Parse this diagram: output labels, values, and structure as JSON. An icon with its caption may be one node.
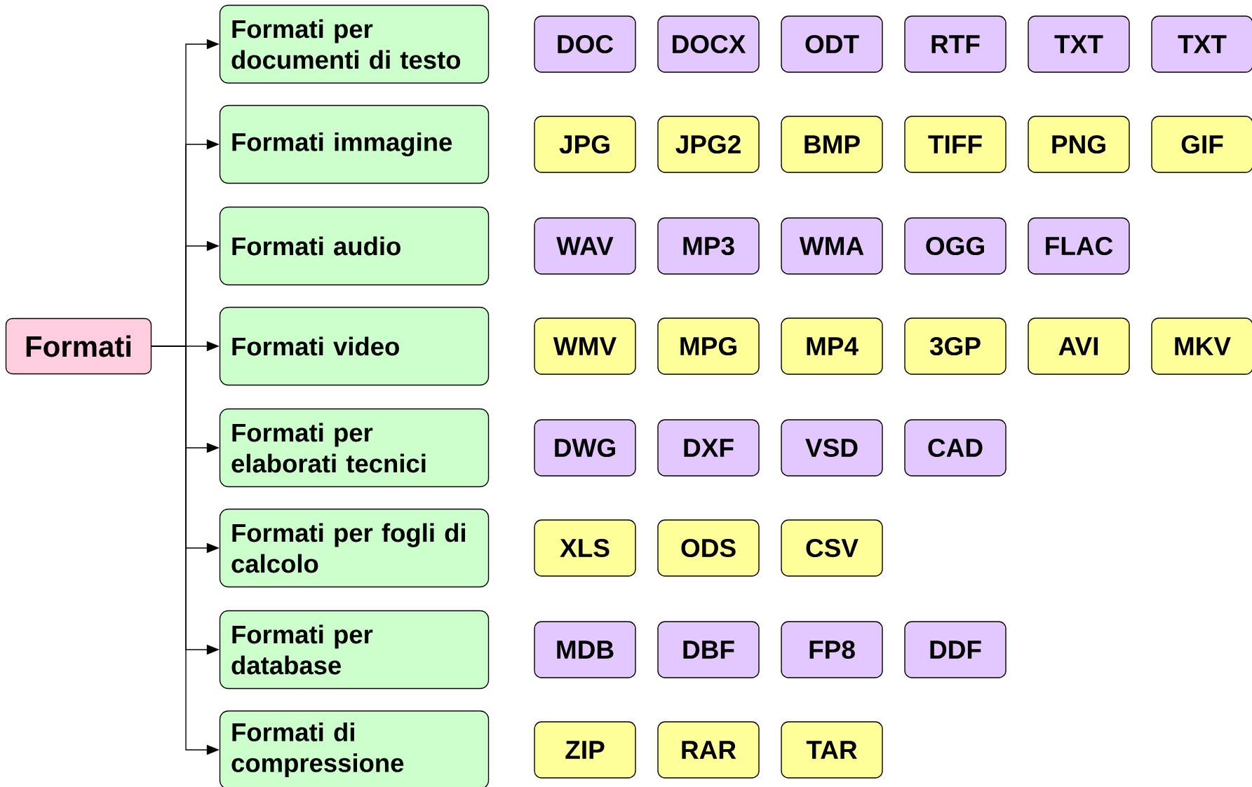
{
  "diagram": {
    "nodes": [
      {
        "text": [
          "Formati"
        ]
      },
      {
        "text": [
          "Formati per documenti di testo"
        ]
      },
      {
        "text": [
          "Formati immagine"
        ]
      },
      {
        "text": [
          "Formati audio"
        ]
      },
      {
        "text": [
          "Formati video"
        ]
      },
      {
        "text": [
          "Formati per elaborati tecnici"
        ]
      },
      {
        "text": [
          "Formati per fogli di calcolo"
        ]
      },
      {
        "text": [
          "Formati per database"
        ]
      },
      {
        "text": [
          "Formati di compressione"
        ]
      },
      {
        "text": [
          "DOC"
        ]
      },
      {
        "text": [
          "DOCX"
        ]
      },
      {
        "text": [
          "ODT"
        ]
      },
      {
        "text": [
          "RTF"
        ]
      },
      {
        "text": [
          "TXT"
        ]
      },
      {
        "text": [
          "TXT"
        ]
      },
      {
        "text": [
          "JPG"
        ]
      },
      {
        "text": [
          "JPG2"
        ]
      },
      {
        "text": [
          "BMP"
        ]
      },
      {
        "text": [
          "TIFF"
        ]
      },
      {
        "text": [
          "PNG"
        ]
      },
      {
        "text": [
          "GIF"
        ]
      },
      {
        "text": [
          "WAV"
        ]
      },
      {
        "text": [
          "MP3"
        ]
      },
      {
        "text": [
          "WMA"
        ]
      },
      {
        "text": [
          "OGG"
        ]
      },
      {
        "text": [
          "FLAC"
        ]
      },
      {
        "text": [
          "WMV"
        ]
      },
      {
        "text": [
          "MPG"
        ]
      },
      {
        "text": [
          "MP4"
        ]
      },
      {
        "text": [
          "3GP"
        ]
      },
      {
        "text": [
          "AVI"
        ]
      },
      {
        "text": [
          "MKV"
        ]
      },
      {
        "text": [
          "DWG"
        ]
      },
      {
        "text": [
          "DXF"
        ]
      },
      {
        "text": [
          "VSD"
        ]
      },
      {
        "text": [
          "CAD"
        ]
      },
      {
        "text": [
          "XLS"
        ]
      },
      {
        "text": [
          "ODS"
        ]
      },
      {
        "text": [
          "CSV"
        ]
      },
      {
        "text": [
          "MDB"
        ]
      },
      {
        "text": [
          "DBF"
        ]
      },
      {
        "text": [
          "FP8"
        ]
      },
      {
        "text": [
          "DDF"
        ]
      },
      {
        "text": [
          "ZIP"
        ]
      },
      {
        "text": [
          "RAR"
        ]
      },
      {
        "text": [
          "TAR"
        ]
      }
    ],
    "edges": [
      {
        "from": 0,
        "to": 1,
        "arrow": "to"
      },
      {
        "from": 0,
        "to": 2,
        "arrow": "to"
      },
      {
        "from": 0,
        "to": 3,
        "arrow": "to"
      },
      {
        "from": 0,
        "to": 4,
        "arrow": "to"
      },
      {
        "from": 0,
        "to": 5,
        "arrow": "to"
      },
      {
        "from": 0,
        "to": 6,
        "arrow": "to"
      },
      {
        "from": 0,
        "to": 7,
        "arrow": "to"
      },
      {
        "from": 0,
        "to": 8,
        "arrow": "to"
      }
    ]
  }
}
